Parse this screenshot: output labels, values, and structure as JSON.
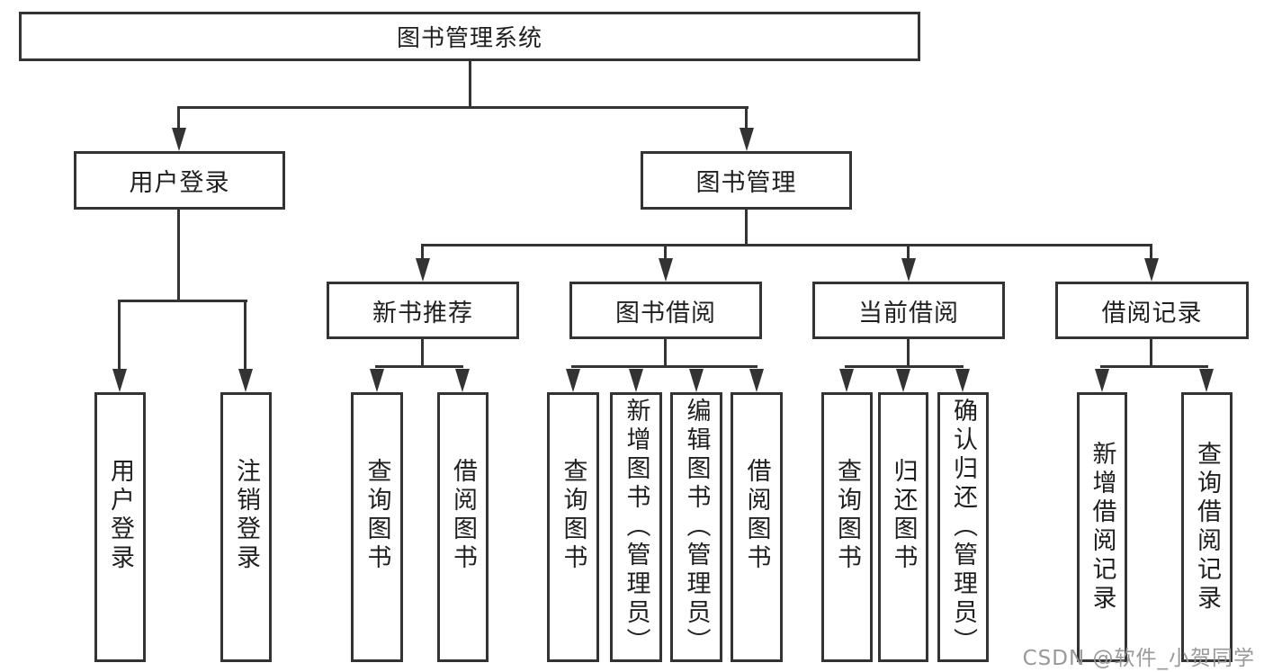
{
  "diagram": {
    "title": "图书管理系统",
    "type": "hierarchy-tree",
    "root": "图书管理系统",
    "level2": [
      "用户登录",
      "图书管理"
    ],
    "level3": [
      "新书推荐",
      "图书借阅",
      "当前借阅",
      "借阅记录"
    ],
    "leaves": [
      "用户登录",
      "注销登录",
      "查询图书",
      "借阅图书",
      "查询图书",
      "新增图书（管理员）",
      "编辑图书（管理员）",
      "借阅图书",
      "查询图书",
      "归还图书",
      "确认归还（管理员）",
      "新增借阅记录",
      "查询借阅记录"
    ],
    "edges": [
      "图书管理系统→用户登录",
      "图书管理系统→图书管理",
      "用户登录→用户登录",
      "用户登录→注销登录",
      "图书管理→新书推荐",
      "图书管理→图书借阅",
      "图书管理→当前借阅",
      "图书管理→借阅记录",
      "新书推荐→查询图书",
      "新书推荐→借阅图书",
      "图书借阅→查询图书",
      "图书借阅→新增图书（管理员）",
      "图书借阅→编辑图书（管理员）",
      "图书借阅→借阅图书",
      "当前借阅→查询图书",
      "当前借阅→归还图书",
      "当前借阅→确认归还（管理员）",
      "借阅记录→新增借阅记录",
      "借阅记录→查询借阅记录"
    ],
    "colors": {
      "line": "#333333",
      "text": "#1f1f1f",
      "box_fill": "#ffffff",
      "background": "#ffffff",
      "watermark": "#949494"
    }
  },
  "watermark": "CSDN @软件_小贺同学"
}
